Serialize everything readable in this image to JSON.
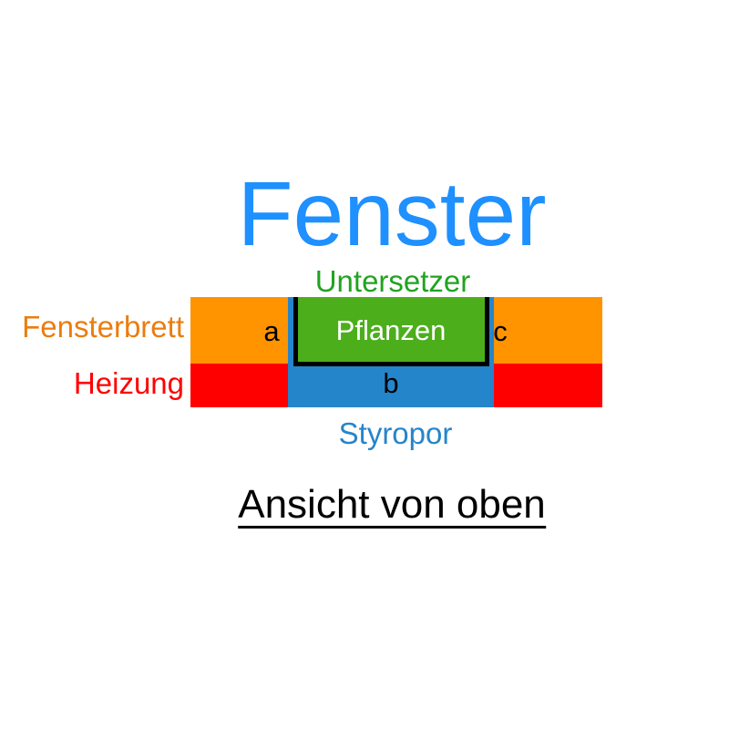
{
  "title": {
    "text": "Fenster",
    "color": "#1E90FF"
  },
  "labels": {
    "untersetzer": {
      "text": "Untersetzer",
      "color": "#21A321"
    },
    "fensterbrett": {
      "text": "Fensterbrett",
      "color": "#EB7D0E"
    },
    "heizung": {
      "text": "Heizung",
      "color": "#FF0000"
    },
    "pflanzen": {
      "text": "Pflanzen",
      "color": "#FFFFFF"
    },
    "styropor": {
      "text": "Styropor",
      "color": "#2585CB"
    },
    "dim_a": {
      "text": "a",
      "color": "#000000"
    },
    "dim_b": {
      "text": "b",
      "color": "#000000"
    },
    "dim_c": {
      "text": "c",
      "color": "#000000"
    }
  },
  "caption": {
    "text": "Ansicht von oben",
    "color": "#000000"
  },
  "colors": {
    "windowsill_bar": "#FF9300",
    "heater_bar": "#FF0000",
    "styrofoam_box": "#2585CB",
    "plants_box_fill": "#4CAE1B",
    "plants_box_border": "#000000",
    "background": "#FFFFFF"
  }
}
